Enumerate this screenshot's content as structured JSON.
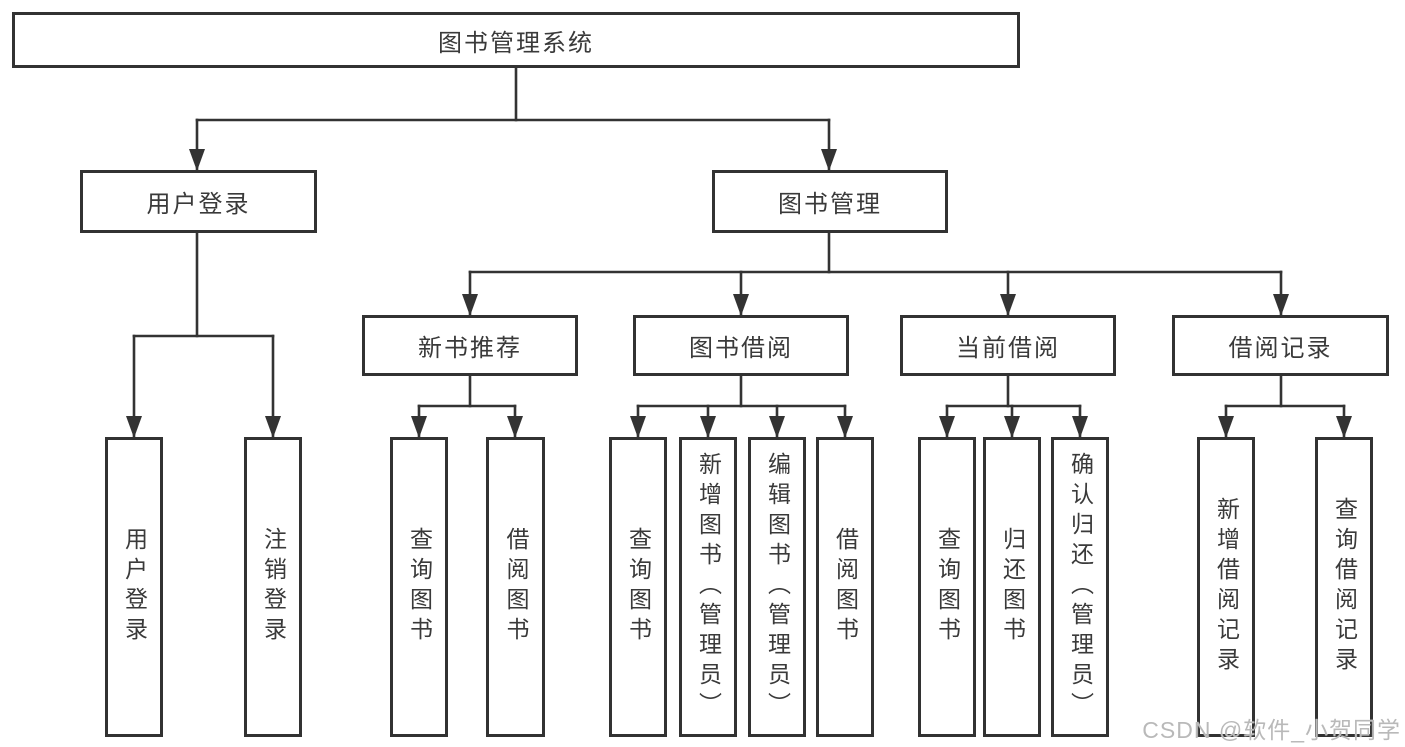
{
  "title": "图书管理系统",
  "watermark": "CSDN @软件_小贺同学",
  "colors": {
    "background": "#ffffff",
    "line": "#333333",
    "box_border": "#323232",
    "text": "#3a3a3a",
    "watermark": "#b9b9b9"
  },
  "nodes": {
    "root": {
      "label": "图书管理系统"
    },
    "userLogin": {
      "label": "用户登录"
    },
    "bookMgmt": {
      "label": "图书管理"
    },
    "newBookRec": {
      "label": "新书推荐"
    },
    "bookBorrow": {
      "label": "图书借阅"
    },
    "currentBorrow": {
      "label": "当前借阅"
    },
    "borrowRecords": {
      "label": "借阅记录"
    },
    "leafUserLogin": {
      "label": "用户登录"
    },
    "leafLogout": {
      "label": "注销登录"
    },
    "leafRecQuery": {
      "label": "查询图书"
    },
    "leafRecBorrow": {
      "label": "借阅图书"
    },
    "leafBorrowQuery": {
      "label": "查询图书"
    },
    "leafBorrowAdd": {
      "label": "新增图书（管理员）"
    },
    "leafBorrowEdit": {
      "label": "编辑图书（管理员）"
    },
    "leafBorrowBorrow": {
      "label": "借阅图书"
    },
    "leafCurrentQuery": {
      "label": "查询图书"
    },
    "leafCurrentReturn": {
      "label": "归还图书"
    },
    "leafCurrentConfirm": {
      "label": "确认归还（管理员）"
    },
    "leafRecordsAdd": {
      "label": "新增借阅记录"
    },
    "leafRecordsQuery": {
      "label": "查询借阅记录"
    }
  },
  "hierarchy": {
    "图书管理系统": {
      "用户登录": [
        "用户登录",
        "注销登录"
      ],
      "图书管理": {
        "新书推荐": [
          "查询图书",
          "借阅图书"
        ],
        "图书借阅": [
          "查询图书",
          "新增图书（管理员）",
          "编辑图书（管理员）",
          "借阅图书"
        ],
        "当前借阅": [
          "查询图书",
          "归还图书",
          "确认归还（管理员）"
        ],
        "借阅记录": [
          "新增借阅记录",
          "查询借阅记录"
        ]
      }
    }
  }
}
